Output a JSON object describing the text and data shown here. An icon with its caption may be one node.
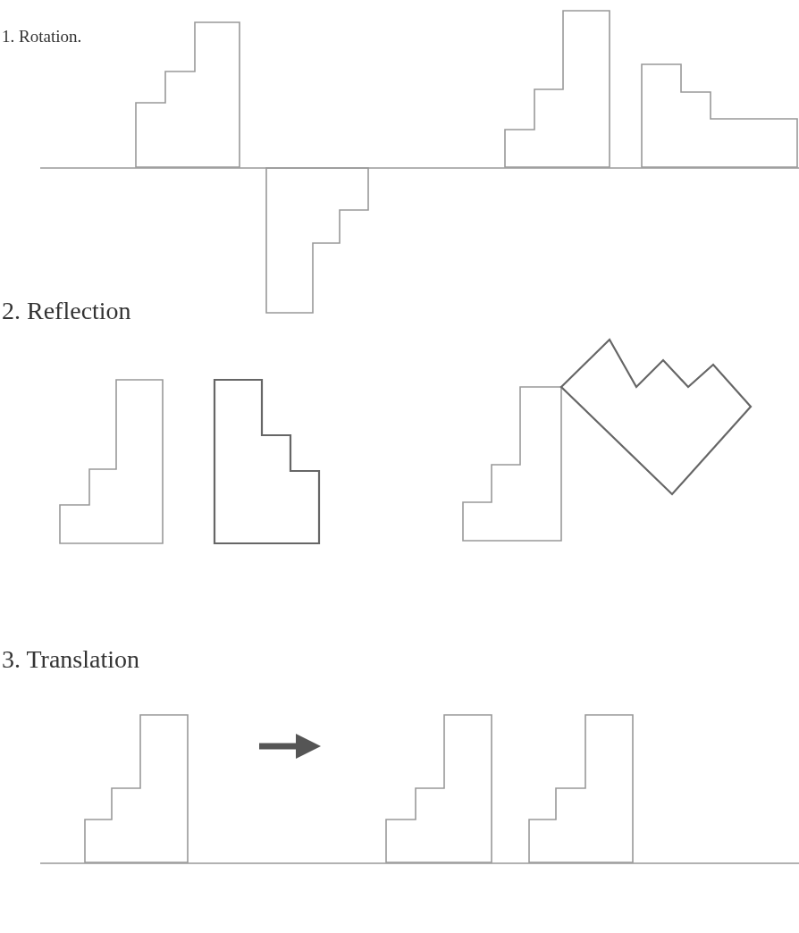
{
  "diagram": {
    "labels": [
      "1. Rotation.",
      "2. Reflection",
      "3. Translation"
    ]
  }
}
